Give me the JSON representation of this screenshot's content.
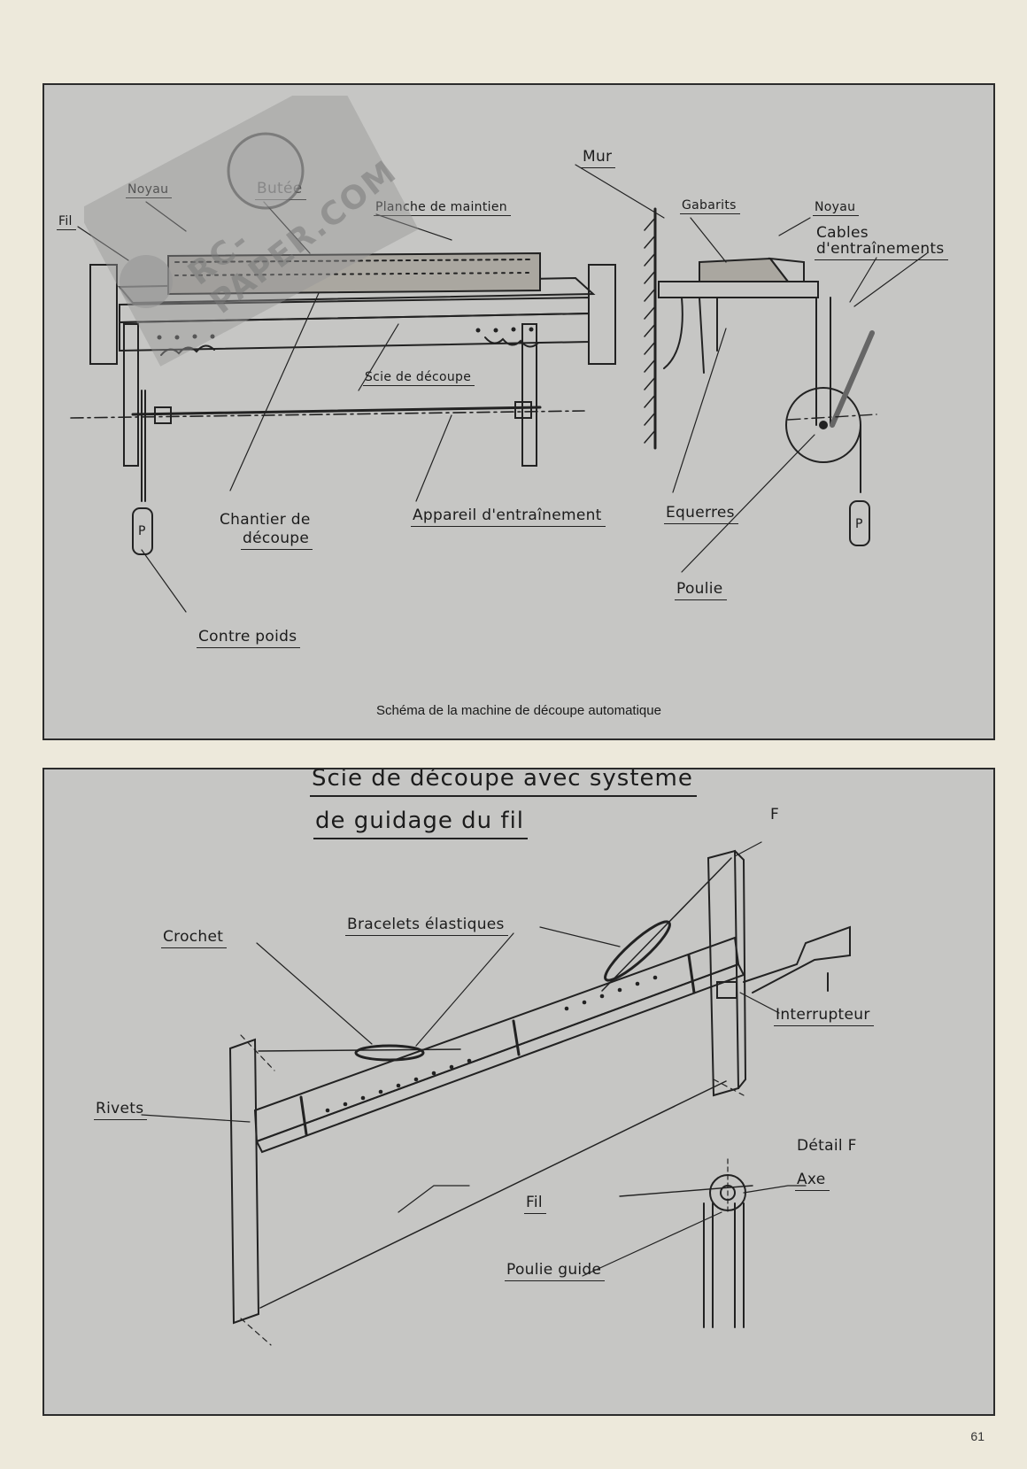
{
  "top_panel": {
    "labels": {
      "fil": "Fil",
      "noyau": "Noyau",
      "butee": "Butée",
      "planche": "Planche de maintien",
      "mur": "Mur",
      "gabarits": "Gabarits",
      "noyau_side": "Noyau",
      "cables_line1": "Cables",
      "cables_line2": "d'entraînements",
      "scie": "Scie de découpe",
      "chantier_line1": "Chantier de",
      "chantier_line2": "découpe",
      "appareil": "Appareil d'entraînement",
      "equerres": "Equerres",
      "poulie": "Poulie",
      "contre_poids": "Contre poids",
      "weight_left": "P",
      "weight_right": "P"
    },
    "caption": "Schéma de la machine de découpe automatique"
  },
  "bottom_panel": {
    "title_line1": "Scie de découpe avec systeme",
    "title_line2": "de guidage du fil",
    "labels": {
      "f": "F",
      "crochet": "Crochet",
      "bracelets": "Bracelets élastiques",
      "interrupteur": "Interrupteur",
      "rivets": "Rivets",
      "fil": "Fil",
      "detail_f": "Détail F",
      "axe": "Axe",
      "poulie_guide": "Poulie guide"
    }
  },
  "watermark": "RC-PAPER.COM",
  "page_number": "61"
}
